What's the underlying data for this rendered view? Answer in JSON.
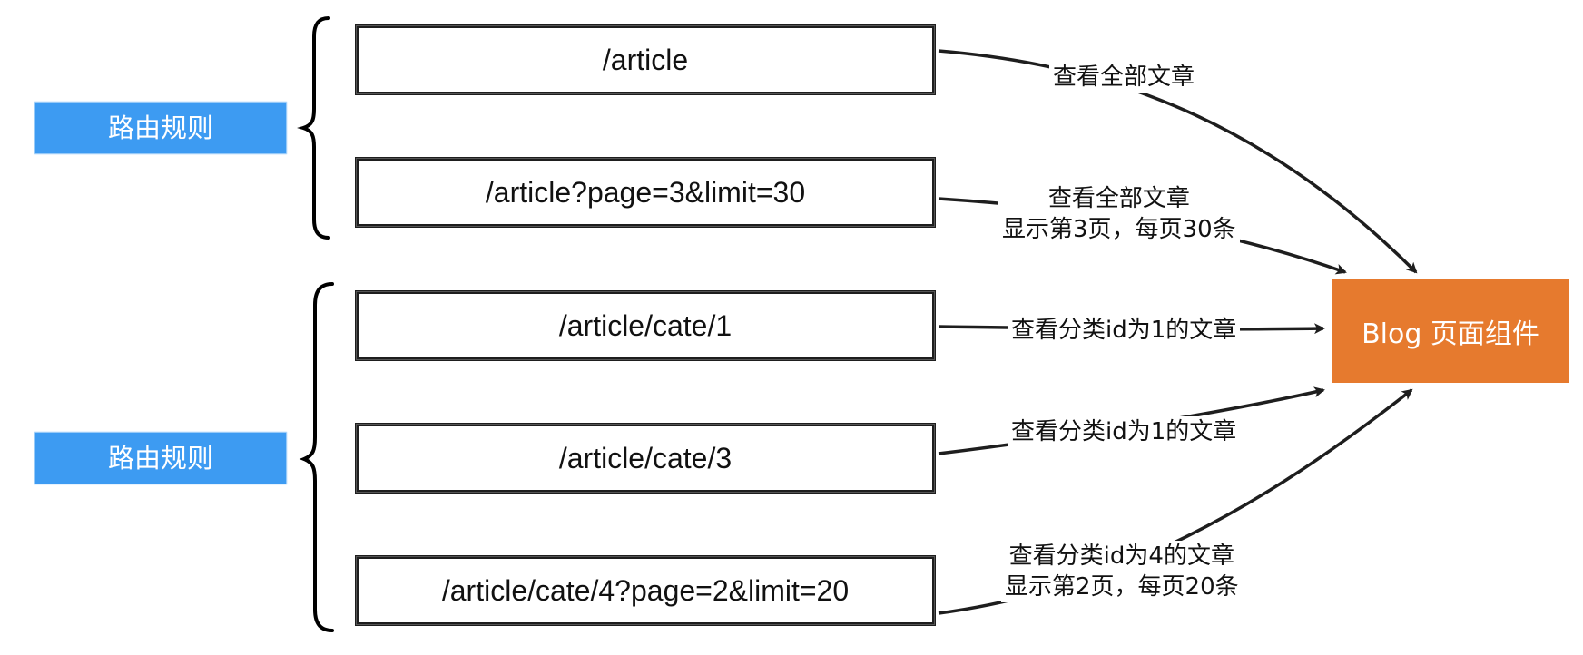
{
  "rule_groups": [
    {
      "label": "路由规则"
    },
    {
      "label": "路由规则"
    }
  ],
  "routes": [
    {
      "path": "/article"
    },
    {
      "path": "/article?page=3&limit=30"
    },
    {
      "path": "/article/cate/1"
    },
    {
      "path": "/article/cate/3"
    },
    {
      "path": "/article/cate/4?page=2&limit=20"
    }
  ],
  "annotations": [
    {
      "lines": [
        "查看全部文章"
      ]
    },
    {
      "lines": [
        "查看全部文章",
        "显示第3页，每页30条"
      ]
    },
    {
      "lines": [
        "查看分类id为1的文章"
      ]
    },
    {
      "lines": [
        "查看分类id为1的文章"
      ]
    },
    {
      "lines": [
        "查看分类id为4的文章",
        "显示第2页，每页20条"
      ]
    }
  ],
  "target": {
    "label": "Blog 页面组件"
  },
  "colors": {
    "rule_label_bg": "#3d9bf2",
    "target_bg": "#e67a2e",
    "stroke": "#1e1e1e"
  }
}
